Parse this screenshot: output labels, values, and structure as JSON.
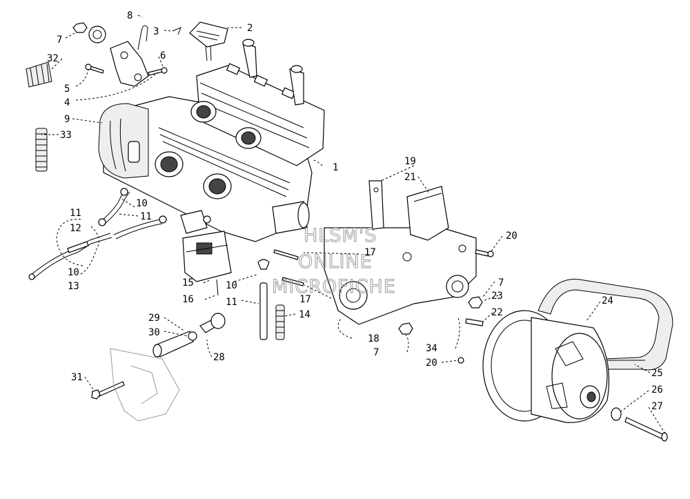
{
  "watermark": {
    "line1": "HLSM'S",
    "line2": "ONLINE",
    "line3": "MICROFICHE"
  },
  "callouts": [
    {
      "id": "c1",
      "text": "1"
    },
    {
      "id": "c2",
      "text": "2"
    },
    {
      "id": "c3",
      "text": "3"
    },
    {
      "id": "c4",
      "text": "4"
    },
    {
      "id": "c5",
      "text": "5"
    },
    {
      "id": "c6",
      "text": "6"
    },
    {
      "id": "c7a",
      "text": "7"
    },
    {
      "id": "c7b",
      "text": "7"
    },
    {
      "id": "c7c",
      "text": "7"
    },
    {
      "id": "c8",
      "text": "8"
    },
    {
      "id": "c9",
      "text": "9"
    },
    {
      "id": "c10a",
      "text": "10"
    },
    {
      "id": "c10b",
      "text": "10"
    },
    {
      "id": "c10c",
      "text": "10"
    },
    {
      "id": "c11a",
      "text": "11"
    },
    {
      "id": "c11b",
      "text": "11"
    },
    {
      "id": "c11c",
      "text": "11"
    },
    {
      "id": "c12",
      "text": "12"
    },
    {
      "id": "c13",
      "text": "13"
    },
    {
      "id": "c14",
      "text": "14"
    },
    {
      "id": "c15",
      "text": "15"
    },
    {
      "id": "c16",
      "text": "16"
    },
    {
      "id": "c17a",
      "text": "17"
    },
    {
      "id": "c17b",
      "text": "17"
    },
    {
      "id": "c18",
      "text": "18"
    },
    {
      "id": "c19",
      "text": "19"
    },
    {
      "id": "c20a",
      "text": "20"
    },
    {
      "id": "c20b",
      "text": "20"
    },
    {
      "id": "c21",
      "text": "21"
    },
    {
      "id": "c22",
      "text": "22"
    },
    {
      "id": "c23",
      "text": "23"
    },
    {
      "id": "c24",
      "text": "24"
    },
    {
      "id": "c25",
      "text": "25"
    },
    {
      "id": "c26",
      "text": "26"
    },
    {
      "id": "c27",
      "text": "27"
    },
    {
      "id": "c28",
      "text": "28"
    },
    {
      "id": "c29",
      "text": "29"
    },
    {
      "id": "c30",
      "text": "30"
    },
    {
      "id": "c31",
      "text": "31"
    },
    {
      "id": "c32",
      "text": "32"
    },
    {
      "id": "c33",
      "text": "33"
    },
    {
      "id": "c34",
      "text": "34"
    }
  ]
}
